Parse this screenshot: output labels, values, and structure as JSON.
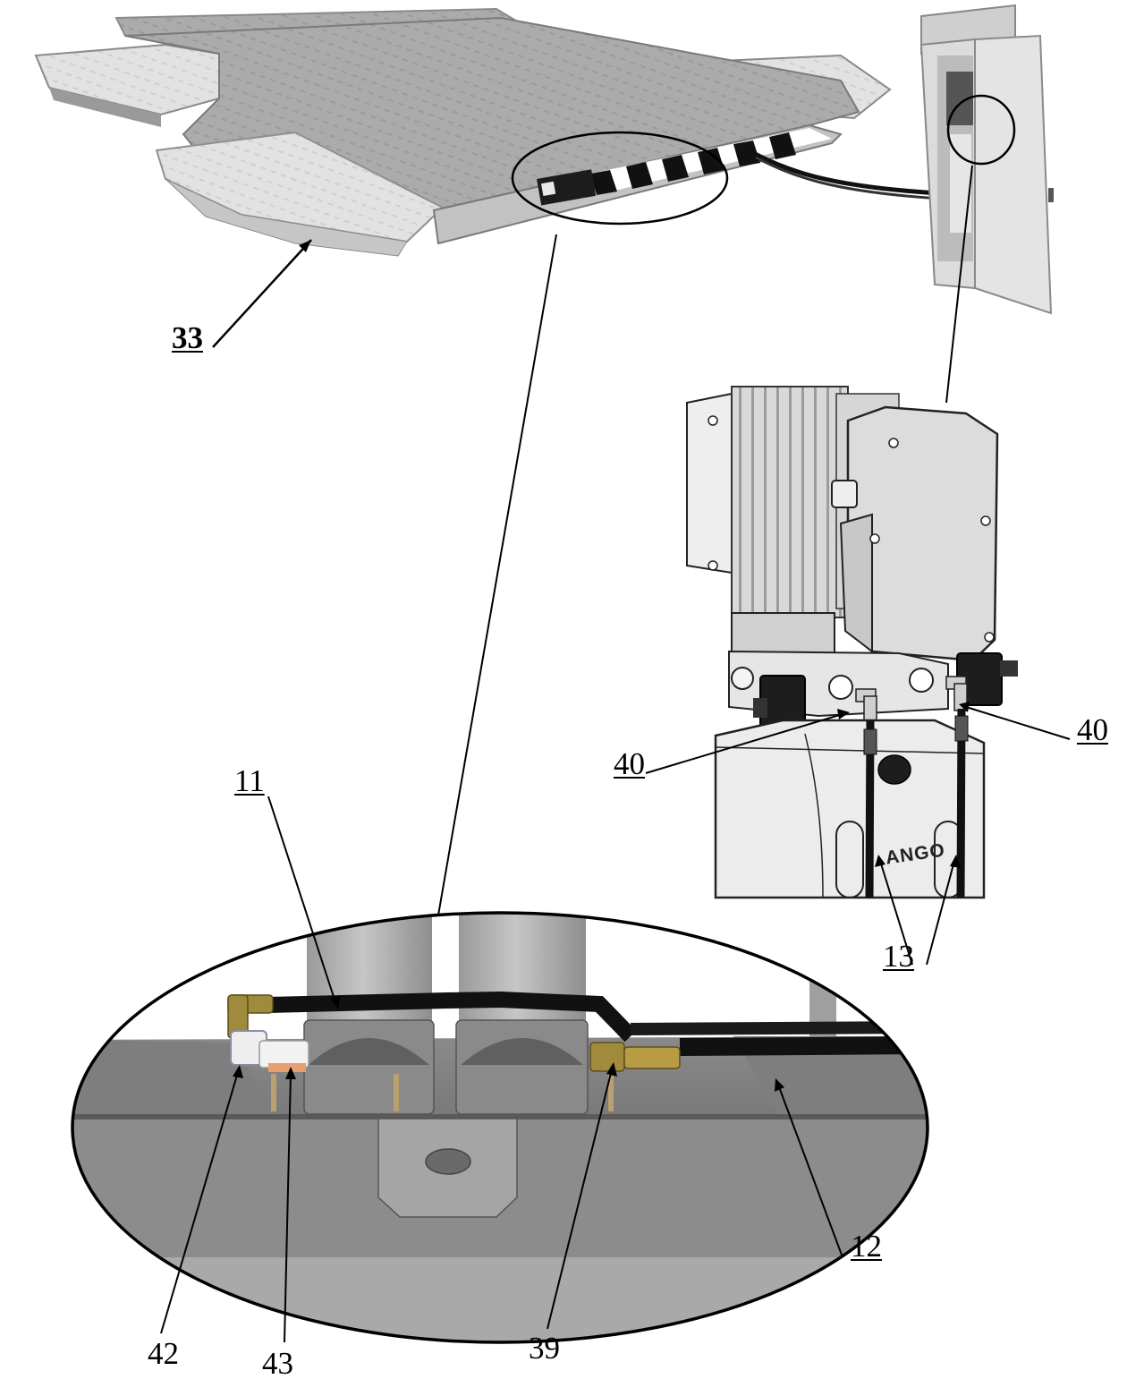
{
  "labels": {
    "l33": "33",
    "l11": "11",
    "l40a": "40",
    "l40b": "40",
    "l13": "13",
    "l12": "12",
    "l42": "42",
    "l43": "43",
    "l39": "39"
  },
  "pump_brand": "ANGO",
  "colors": {
    "platform": "#a9a9a9",
    "platform_light": "#c8c8c8",
    "hose": "#161616",
    "brass": "#a08a3c",
    "cabinet": "#d8d8d8",
    "motor": "#d4d4d4"
  }
}
